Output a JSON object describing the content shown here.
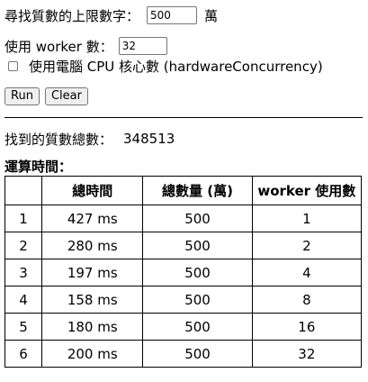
{
  "controls": {
    "limit_label": "尋找質數的上限數字：",
    "limit_value": "500",
    "limit_unit": "萬",
    "workers_label": "使用 worker 數：",
    "workers_value": "32",
    "hardware_checkbox_label": "使用電腦 CPU 核心數 (hardwareConcurrency)",
    "hardware_checked": false
  },
  "buttons": {
    "run_label": "Run",
    "clear_label": "Clear"
  },
  "result": {
    "label": "找到的質數總數：",
    "value": "348513"
  },
  "timing": {
    "title": "運算時間：",
    "headers": [
      "",
      "總時間",
      "總數量 (萬)",
      "worker 使用數"
    ],
    "rows": [
      [
        "1",
        "427 ms",
        "500",
        "1"
      ],
      [
        "2",
        "280 ms",
        "500",
        "2"
      ],
      [
        "3",
        "197 ms",
        "500",
        "4"
      ],
      [
        "4",
        "158 ms",
        "500",
        "8"
      ],
      [
        "5",
        "180 ms",
        "500",
        "16"
      ],
      [
        "6",
        "200 ms",
        "500",
        "32"
      ]
    ]
  }
}
